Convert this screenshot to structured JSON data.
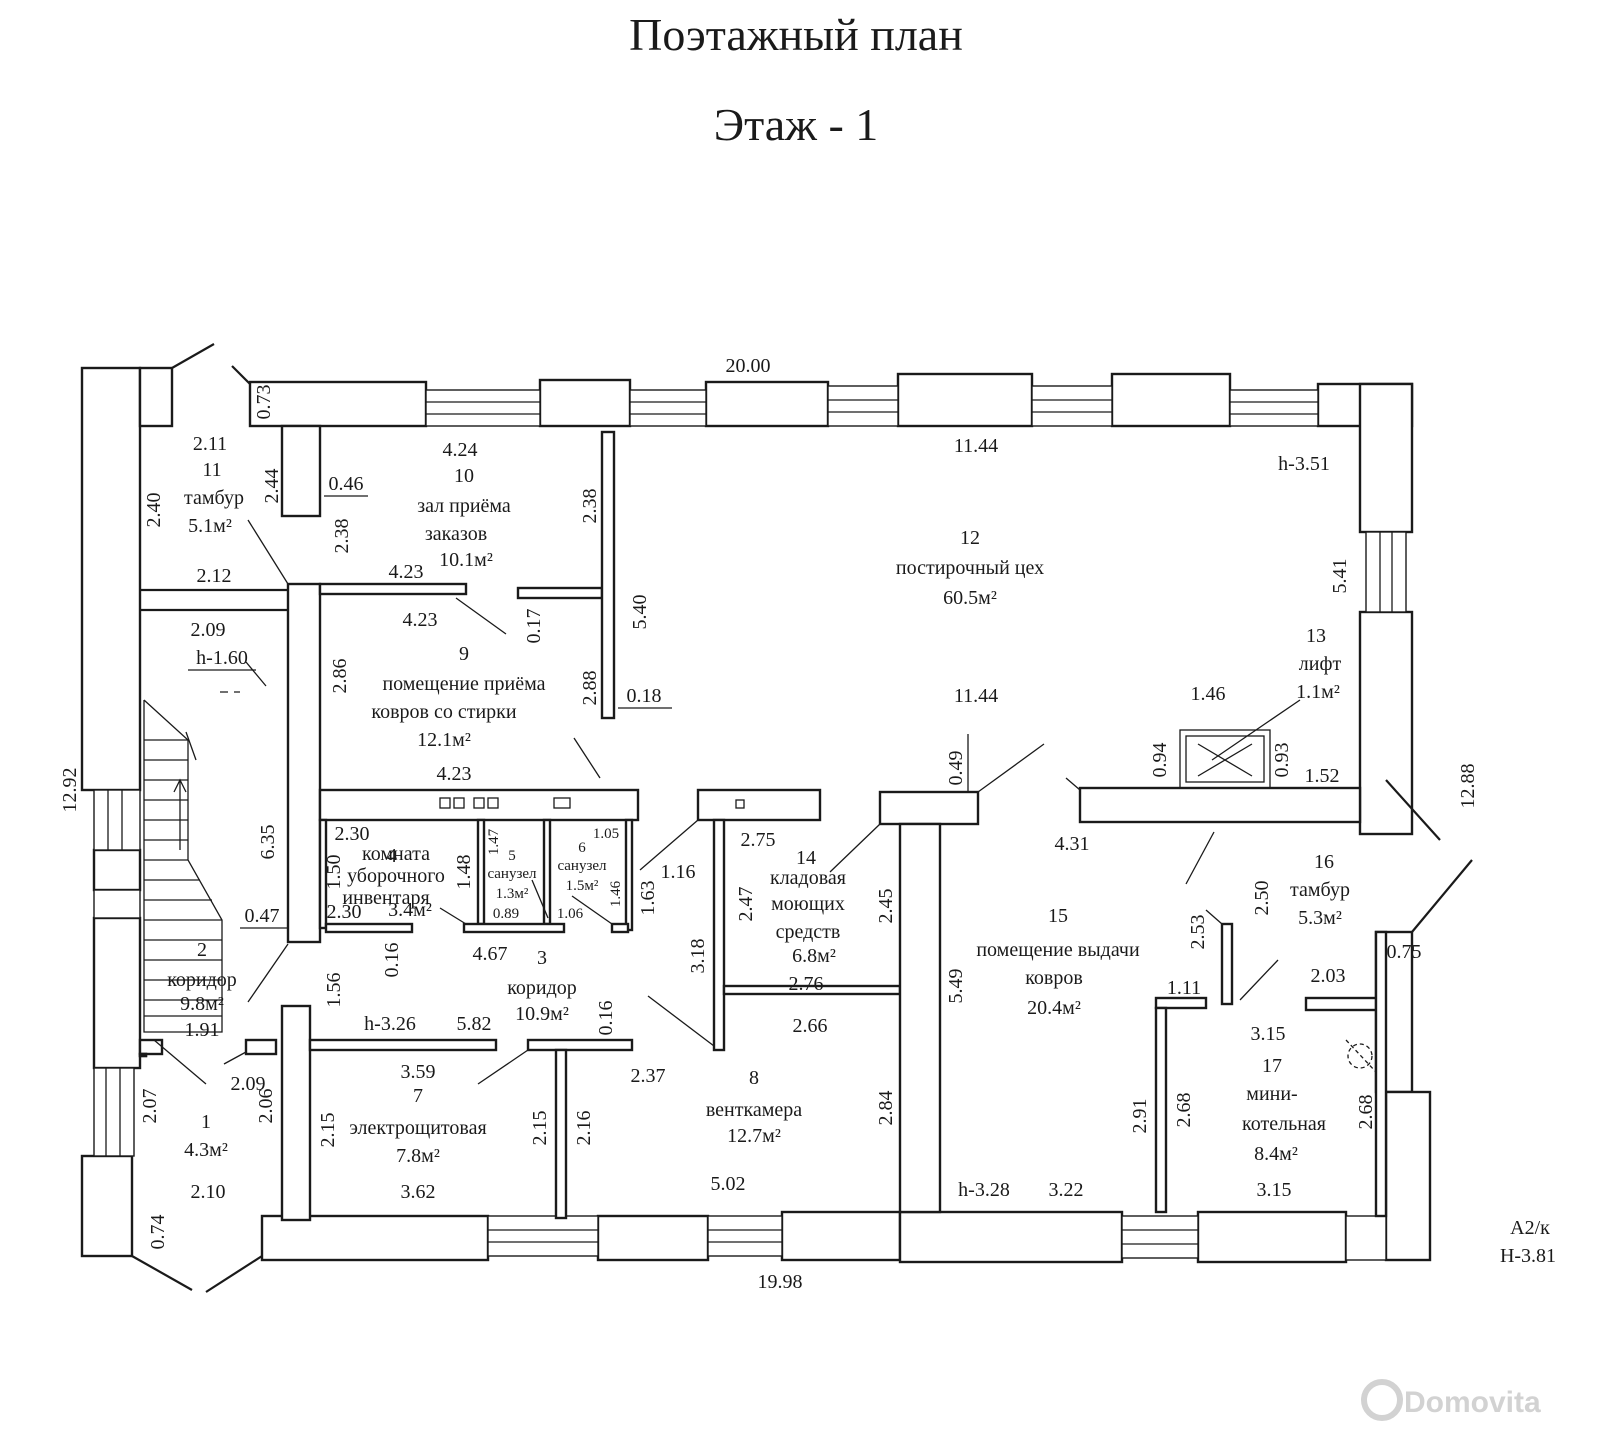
{
  "title": "Поэтажный план",
  "floor": "Этаж  - 1",
  "stamp": {
    "line1": "А2/к",
    "line2": "Н-3.81"
  },
  "watermark": "Domovita",
  "rooms": [
    {
      "number": "1",
      "name": "",
      "area": "4.3м²"
    },
    {
      "number": "2",
      "name": "коридор",
      "area": "9.8м²"
    },
    {
      "number": "3",
      "name": "коридор",
      "area": "10.9м²"
    },
    {
      "number": "4",
      "name1": "комната",
      "name2": "уборочного",
      "name3": "инвентаря",
      "area": "3.4м²"
    },
    {
      "number": "5",
      "name": "санузел",
      "area": "1.3м²"
    },
    {
      "number": "6",
      "name": "санузел",
      "area": "1.5м²"
    },
    {
      "number": "7",
      "name": "электрощитовая",
      "area": "7.8м²"
    },
    {
      "number": "8",
      "name": "венткамера",
      "area": "12.7м²"
    },
    {
      "number": "9",
      "name1": "помещение приёма",
      "name2": "ковров со стирки",
      "area": "12.1м²"
    },
    {
      "number": "10",
      "name1": "зал приёма",
      "name2": "заказов",
      "area": "10.1м²"
    },
    {
      "number": "11",
      "name": "тамбур",
      "area": "5.1м²"
    },
    {
      "number": "12",
      "name": "постирочный цех",
      "area": "60.5м²"
    },
    {
      "number": "13",
      "name": "лифт",
      "area": "1.1м²"
    },
    {
      "number": "14",
      "name1": "кладовая",
      "name2": "моющих",
      "name3": "средств",
      "area": "6.8м²"
    },
    {
      "number": "15",
      "name1": "помещение выдачи",
      "name2": "ковров",
      "area": "20.4м²"
    },
    {
      "number": "16",
      "name": "тамбур",
      "area": "5.3м²"
    },
    {
      "number": "17",
      "name1": "мини-",
      "name2": "котельная",
      "area": "8.4м²"
    }
  ],
  "dims": {
    "top_total": "20.00",
    "bottom_total": "19.98",
    "left_total": "12.92",
    "right_total": "12.88",
    "d0_73": "0.73",
    "d2_11": "2.11",
    "d2_44": "2.44",
    "d0_46": "0.46",
    "d2_40": "2.40",
    "d4_24": "4.24",
    "d2_38a": "2.38",
    "d2_38b": "2.38",
    "d11_44a": "11.44",
    "d11_44b": "11.44",
    "h351": "h-3.51",
    "d5_41": "5.41",
    "d2_12": "2.12",
    "d2_09a": "2.09",
    "h160": "h-1.60",
    "d4_23a": "4.23",
    "d4_23b": "4.23",
    "d4_23c": "4.23",
    "d0_17": "0.17",
    "d5_40": "5.40",
    "d2_88": "2.88",
    "d0_18": "0.18",
    "d2_86": "2.86",
    "d1_46": "1.46",
    "d0_94": "0.94",
    "d0_93": "0.93",
    "d1_52": "1.52",
    "d0_49": "0.49",
    "d6_35": "6.35",
    "d2_30a": "2.30",
    "d2_30b": "2.30",
    "d1_50": "1.50",
    "d1_48": "1.48",
    "d1_47": "1.47",
    "d1_05": "1.05",
    "d0_89": "0.89",
    "d1_06": "1.06",
    "d1_46b": "1.46",
    "d1_63": "1.63",
    "d1_16": "1.16",
    "d2_75": "2.75",
    "d2_47": "2.47",
    "d2_45": "2.45",
    "d4_31": "4.31",
    "d2_50": "2.50",
    "d2_53": "2.53",
    "d0_47": "0.47",
    "d0_16a": "0.16",
    "d4_67": "4.67",
    "d3_18": "3.18",
    "d2_76": "2.76",
    "d2_66": "2.66",
    "d1_56": "1.56",
    "h326": "h-3.26",
    "d5_82": "5.82",
    "d0_16b": "0.16",
    "d1_91": "1.91",
    "d1_11": "1.11",
    "d0_75": "0.75",
    "d2_03": "2.03",
    "d3_15a": "3.15",
    "d5_49": "5.49",
    "d2_09b": "2.09",
    "d3_59": "3.59",
    "d2_37": "2.37",
    "d2_07": "2.07",
    "d2_06": "2.06",
    "d2_15a": "2.15",
    "d2_15b": "2.15",
    "d2_16": "2.16",
    "d2_84": "2.84",
    "d2_91": "2.91",
    "d2_68a": "2.68",
    "d2_68b": "2.68",
    "d2_10": "2.10",
    "d3_62": "3.62",
    "d5_02": "5.02",
    "h328": "h-3.28",
    "d3_22": "3.22",
    "d3_15b": "3.15",
    "d0_74": "0.74"
  }
}
